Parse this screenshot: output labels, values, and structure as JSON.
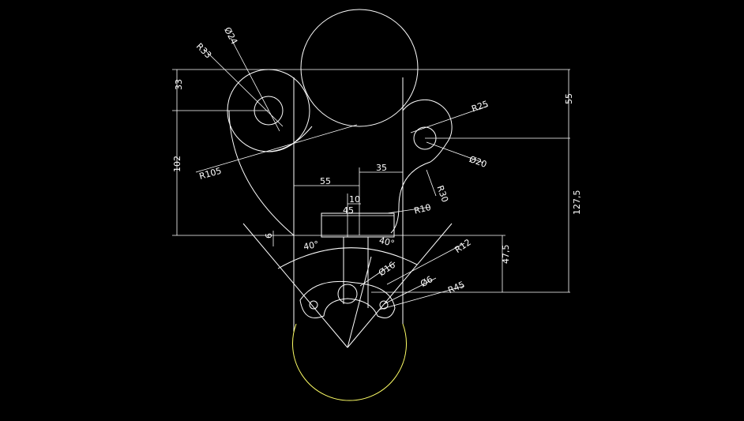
{
  "drawing": {
    "background_color": "#000000",
    "line_color": "#ffffff",
    "accent_color": "#ffff66",
    "dimensions": {
      "r33": "R33",
      "d24": "Ø24",
      "d33": "33",
      "d102": "102",
      "r105": "R105",
      "r25": "R25",
      "d55_right": "55",
      "d20": "Ø20",
      "d127_5": "127,5",
      "d55_mid": "55",
      "d35": "35",
      "r30": "R30",
      "d10": "10",
      "d45": "45",
      "r10": "R10",
      "d6": "6",
      "a40_left": "40°",
      "a40_right": "40°",
      "r12": "R12",
      "d47_5": "47,5",
      "d16": "Ø16",
      "d6_small": "Ø6",
      "r45": "R45"
    }
  }
}
